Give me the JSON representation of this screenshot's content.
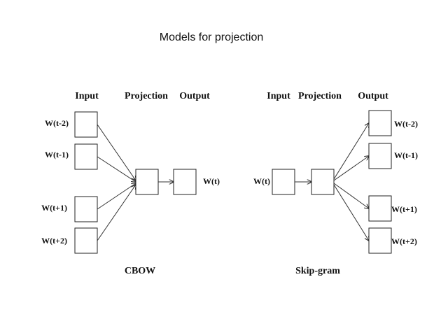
{
  "title": "Models for projection",
  "colors": {
    "stroke": "#222222",
    "text": "#111111",
    "background": "#ffffff"
  },
  "cbow": {
    "headers": {
      "input": "Input",
      "projection": "Projection",
      "output": "Output"
    },
    "inputs": [
      "W(t-2)",
      "W(t-1)",
      "W(t+1)",
      "W(t+2)"
    ],
    "output": "W(t)",
    "caption": "CBOW"
  },
  "skipgram": {
    "headers": {
      "input": "Input",
      "projection": "Projection",
      "output": "Output"
    },
    "input": "W(t)",
    "outputs": [
      "W(t-2)",
      "W(t-1)",
      "W(t+1)",
      "W(t+2)"
    ],
    "caption": "Skip-gram"
  }
}
